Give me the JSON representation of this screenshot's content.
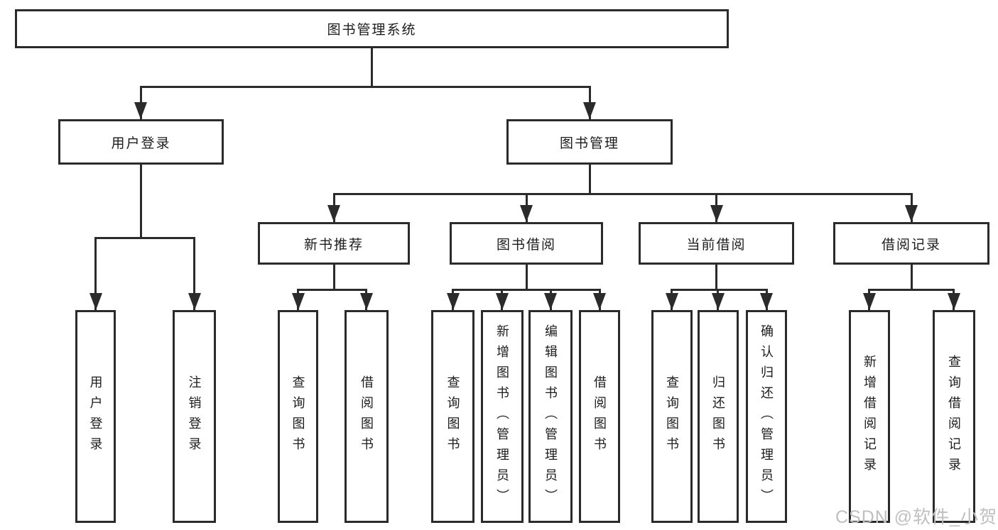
{
  "diagram": {
    "type": "hierarchy-tree",
    "tree": {
      "label": "图书管理系统",
      "children": [
        {
          "label": "用户登录",
          "children": [
            {
              "label": "用户登录"
            },
            {
              "label": "注销登录"
            }
          ]
        },
        {
          "label": "图书管理",
          "children": [
            {
              "label": "新书推荐",
              "children": [
                {
                  "label": "查询图书"
                },
                {
                  "label": "借阅图书"
                }
              ]
            },
            {
              "label": "图书借阅",
              "children": [
                {
                  "label": "查询图书"
                },
                {
                  "label": "新增图书（管理员）"
                },
                {
                  "label": "编辑图书（管理员）"
                },
                {
                  "label": "借阅图书"
                }
              ]
            },
            {
              "label": "当前借阅",
              "children": [
                {
                  "label": "查询图书"
                },
                {
                  "label": "归还图书"
                },
                {
                  "label": "确认归还（管理员）"
                }
              ]
            },
            {
              "label": "借阅记录",
              "children": [
                {
                  "label": "新增借阅记录"
                },
                {
                  "label": "查询借阅记录"
                }
              ]
            }
          ]
        }
      ]
    }
  },
  "watermark": {
    "text": "CSDN @软件_小贺同学"
  },
  "colors": {
    "line": "#2b2b2b",
    "box_border": "#2b2b2b",
    "box_fill": "#ffffff",
    "text": "#1c1c1c",
    "watermark": "#bfbfbf",
    "background": "#ffffff"
  }
}
